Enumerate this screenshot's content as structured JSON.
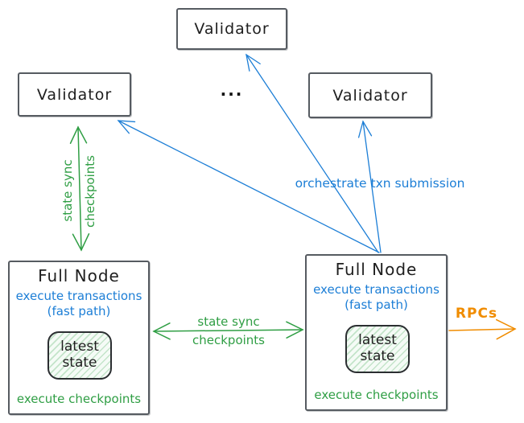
{
  "diagram": {
    "colors": {
      "green": "#2f9e44",
      "blue": "#1c7ed6",
      "orange": "#f08c00",
      "box_border": "#565b61",
      "text": "#1e1e1e",
      "state_fill_hatch": "#c9ead0"
    },
    "validators": [
      {
        "label": "Validator"
      },
      {
        "label": "Validator"
      },
      {
        "label": "Validator"
      }
    ],
    "ellipsis": "...",
    "full_nodes": [
      {
        "title": "Full Node",
        "exec_line1": "execute transactions",
        "exec_line2": "(fast path)",
        "state": "latest\nstate",
        "footer": "execute checkpoints"
      },
      {
        "title": "Full Node",
        "exec_line1": "execute transactions",
        "exec_line2": "(fast path)",
        "state": "latest\nstate",
        "footer": "execute checkpoints"
      }
    ],
    "labels": {
      "vertical_sync_line1": "state sync",
      "vertical_sync_line2": "checkpoints",
      "horizontal_sync_line1": "state sync",
      "horizontal_sync_line2": "checkpoints",
      "orchestrate": "orchestrate txn submission",
      "rpcs": "RPCs"
    },
    "edges": [
      {
        "from": "full-node-right",
        "to": "validator-left",
        "color": "blue",
        "label": "orchestrate txn submission"
      },
      {
        "from": "full-node-right",
        "to": "validator-top",
        "color": "blue",
        "label": "orchestrate txn submission"
      },
      {
        "from": "full-node-right",
        "to": "validator-right",
        "color": "blue",
        "label": "orchestrate txn submission"
      },
      {
        "from": "validator-left",
        "to": "full-node-left",
        "color": "green",
        "label": "state sync checkpoints",
        "bidirectional": true
      },
      {
        "from": "full-node-left",
        "to": "full-node-right",
        "color": "green",
        "label": "state sync checkpoints",
        "bidirectional": true
      },
      {
        "from": "full-node-right",
        "to": "external-right",
        "color": "orange",
        "label": "RPCs"
      }
    ]
  }
}
